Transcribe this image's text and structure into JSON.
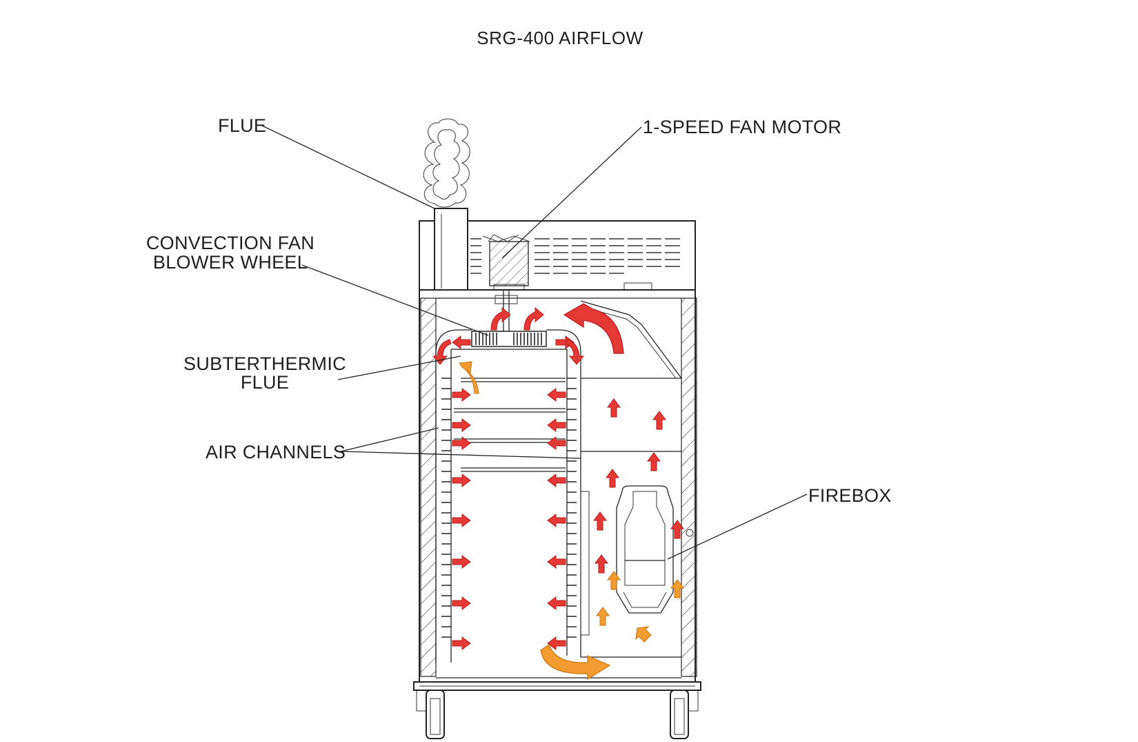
{
  "title": "SRG-400 AIRFLOW",
  "labels": {
    "flue": "FLUE",
    "fan_motor": "1-SPEED FAN MOTOR",
    "blower_line1": "CONVECTION FAN",
    "blower_line2": "BLOWER WHEEL",
    "subthermic_line1": "SUBTERTHERMIC",
    "subthermic_line2": "FLUE",
    "air_channels": "AIR CHANNELS",
    "firebox": "FIREBOX"
  },
  "colors": {
    "hot_air": "#e53935",
    "hot_air_dark": "#b71c1c",
    "warm_air": "#f39c32",
    "warm_air_dark": "#c97410",
    "line": "#222222"
  }
}
